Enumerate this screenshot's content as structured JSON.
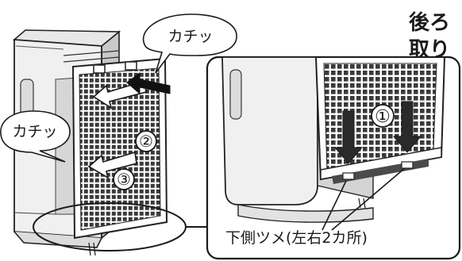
{
  "heading": {
    "line1": "後ろ",
    "line2": "取り"
  },
  "callouts": {
    "click_top": "カチッ",
    "click_left": "カチッ"
  },
  "steps": {
    "step1": "①",
    "step2": "②",
    "step3": "③"
  },
  "detail": {
    "caption": "下側ツメ(左右2カ所)"
  }
}
